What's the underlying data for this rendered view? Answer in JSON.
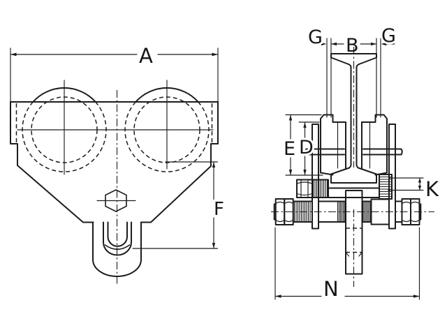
{
  "drawing": {
    "description": "engineering dimension drawing of a plain beam trolley, front view and side view on I-beam",
    "background_color": "#ffffff",
    "line_color": "#1c1c1c",
    "labels": {
      "a": "A",
      "g_left": "G",
      "b": "B",
      "g_right": "G",
      "e": "E",
      "d": "D",
      "k": "K",
      "f": "F",
      "n": "N"
    }
  }
}
